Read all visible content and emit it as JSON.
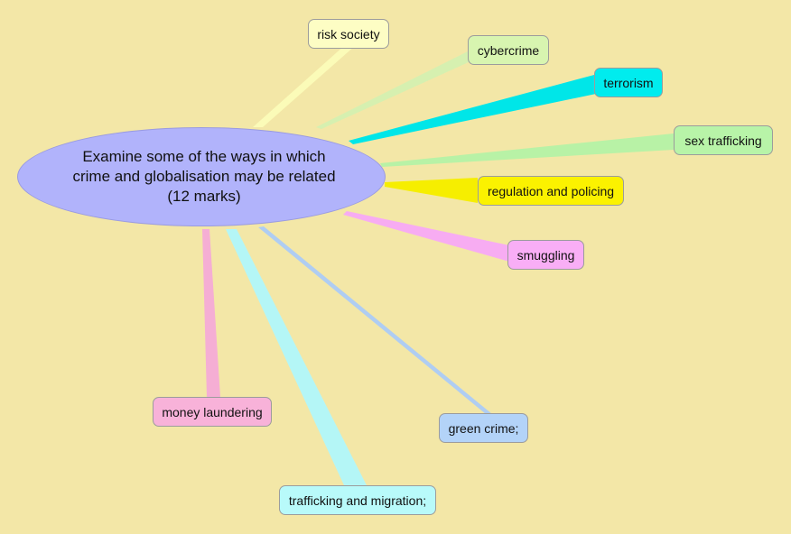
{
  "central_topic": "Examine some of the ways in which crime and globalisation may be related (12 marks)",
  "branches": [
    {
      "id": "risk-society",
      "label": "risk society",
      "color": "#fdfdc4"
    },
    {
      "id": "cybercrime",
      "label": "cybercrime",
      "color": "#d8f5b0"
    },
    {
      "id": "terrorism",
      "label": "terrorism",
      "color": "#00ecee"
    },
    {
      "id": "sex-trafficking",
      "label": "sex trafficking",
      "color": "#b8f4a8"
    },
    {
      "id": "regulation-and-policing",
      "label": "regulation and policing",
      "color": "#fbf200"
    },
    {
      "id": "smuggling",
      "label": "smuggling",
      "color": "#f9aef6"
    },
    {
      "id": "green-crime",
      "label": "green crime;",
      "color": "#b3d3f8"
    },
    {
      "id": "money-laundering",
      "label": "money laundering",
      "color": "#f8b2d9"
    },
    {
      "id": "trafficking-and-migration",
      "label": "trafficking and migration;",
      "color": "#b8fafa"
    }
  ]
}
